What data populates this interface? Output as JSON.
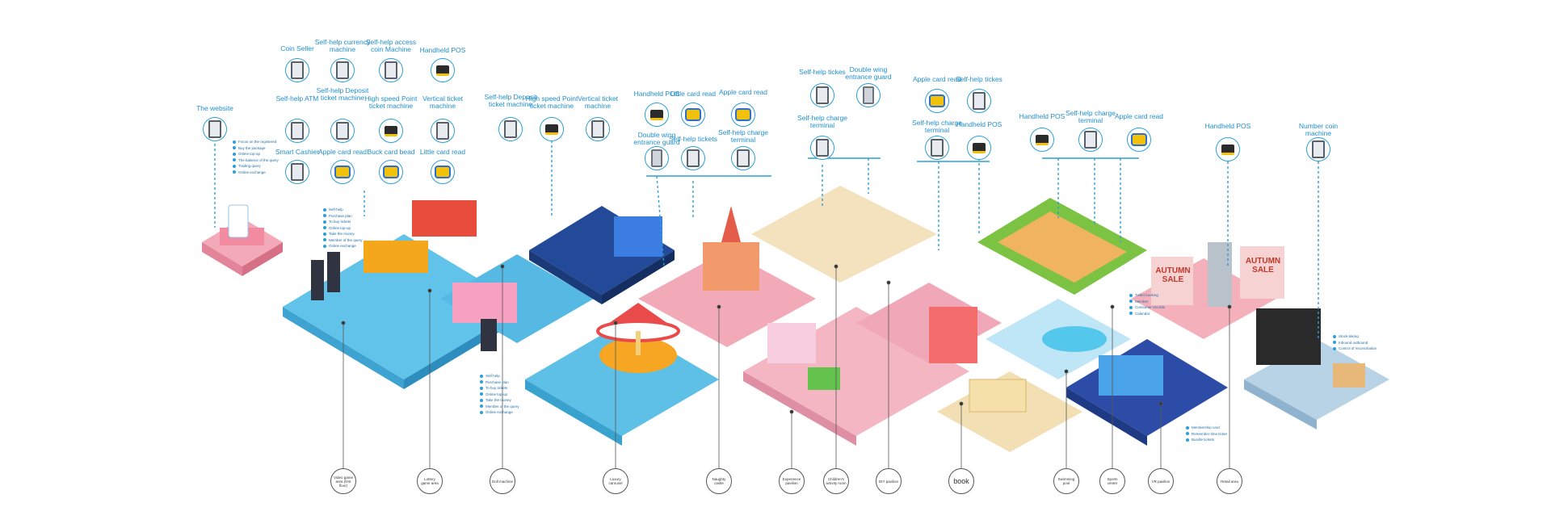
{
  "devices": [
    {
      "id": "coin-seller",
      "label": "Coin Seller",
      "icon": "kiosk"
    },
    {
      "id": "self-help-currency",
      "label": "Self-help currency machine",
      "icon": "kiosk"
    },
    {
      "id": "self-help-access-coin",
      "label": "Self-help access coin Machine",
      "icon": "kiosk"
    },
    {
      "id": "handheld-pos-1",
      "label": "Handheld POS",
      "icon": "pos"
    },
    {
      "id": "self-help-atm",
      "label": "Self-help ATM",
      "icon": "kiosk"
    },
    {
      "id": "self-help-deposit-1",
      "label": "Self-help Deposit ticket machine",
      "icon": "kiosk"
    },
    {
      "id": "high-speed-point-1",
      "label": "High speed Point ticket machine",
      "icon": "pos"
    },
    {
      "id": "vertical-ticket-1",
      "label": "Vertical ticket machine",
      "icon": "kiosk"
    },
    {
      "id": "smart-cashier",
      "label": "Smart Cashier",
      "icon": "kiosk"
    },
    {
      "id": "apple-card-read-1",
      "label": "Apple card read",
      "icon": "reader"
    },
    {
      "id": "buck-card-bead",
      "label": "Buck card bead",
      "icon": "reader"
    },
    {
      "id": "little-card-read-1",
      "label": "Little card read",
      "icon": "reader"
    },
    {
      "id": "the-website",
      "label": "The website",
      "icon": "kiosk"
    },
    {
      "id": "self-help-deposit-2",
      "label": "Self-help Deposit ticket machine",
      "icon": "kiosk"
    },
    {
      "id": "high-speed-point-2",
      "label": "High speed Point ticket machine",
      "icon": "pos"
    },
    {
      "id": "vertical-ticket-2",
      "label": "Vertical ticket machine",
      "icon": "kiosk"
    },
    {
      "id": "handheld-pos-2",
      "label": "Handheld POS",
      "icon": "pos"
    },
    {
      "id": "little-card-read-2",
      "label": "Little card read",
      "icon": "reader"
    },
    {
      "id": "apple-card-read-2",
      "label": "Apple card read",
      "icon": "reader"
    },
    {
      "id": "double-wing-1",
      "label": "Double wing entrance guard",
      "icon": "gate"
    },
    {
      "id": "self-help-tickets-1",
      "label": "Self-help tickets",
      "icon": "kiosk"
    },
    {
      "id": "self-help-charge-1",
      "label": "Self-help charge terminal",
      "icon": "kiosk"
    },
    {
      "id": "self-help-tickes",
      "label": "Self-help tickes",
      "icon": "kiosk"
    },
    {
      "id": "double-wing-2",
      "label": "Double wing entrance guard",
      "icon": "gate"
    },
    {
      "id": "self-help-charge-2",
      "label": "Self-help charge terminal",
      "icon": "kiosk"
    },
    {
      "id": "apple-card-read-3",
      "label": "Apple card read",
      "icon": "reader"
    },
    {
      "id": "self-help-tickes-2",
      "label": "Self-help tickes",
      "icon": "kiosk"
    },
    {
      "id": "self-help-charge-3",
      "label": "Self-help charge terminal",
      "icon": "kiosk"
    },
    {
      "id": "handheld-pos-3",
      "label": "Handheld POS",
      "icon": "pos"
    },
    {
      "id": "handheld-pos-4",
      "label": "Handheld POS",
      "icon": "pos"
    },
    {
      "id": "self-help-charge-4",
      "label": "Self-help charge terminal",
      "icon": "kiosk"
    },
    {
      "id": "apple-card-read-4",
      "label": "Apple card read",
      "icon": "reader"
    },
    {
      "id": "handheld-pos-5",
      "label": "Handheld POS",
      "icon": "pos"
    },
    {
      "id": "number-coin-machine",
      "label": "Number coin machine",
      "icon": "kiosk"
    }
  ],
  "website_features": [
    "Focus on the registered",
    "Buy the package",
    "Online top-up",
    "The balance of the query",
    "Trading query",
    "Online exchange"
  ],
  "member_features": [
    "Self-help",
    "Purchase plan",
    "To buy tickets",
    "Online top-up",
    "Take the money",
    "Member of the query",
    "Online exchange"
  ],
  "booth_features": [
    "Self-help",
    "Purchase plan",
    "To buy tickets",
    "Online top-up",
    "Take the money",
    "Member of the query",
    "Online exchange"
  ],
  "ball_features": [
    "Ticket booking",
    "Member",
    "Consumer records",
    "Calendar"
  ],
  "shop_features": [
    "Stock-taking",
    "Inbound outbound",
    "Control of reconciliation"
  ],
  "vr_features": [
    "Membership card",
    "Remember time ticket",
    "Bundle tickets"
  ],
  "sale_banners": [
    "AUTUMN SALE",
    "AUTUMN SALE"
  ],
  "zones": [
    {
      "id": "video-game",
      "label": "Video game area (first floor)"
    },
    {
      "id": "lottery-game",
      "label": "Lottery game area"
    },
    {
      "id": "doll-machine",
      "label": "Doll machine"
    },
    {
      "id": "luxury-carousel",
      "label": "Luxury carousel"
    },
    {
      "id": "naughty-castle",
      "label": "Naughty castle"
    },
    {
      "id": "experience-pavilion",
      "label": "Experience pavilion"
    },
    {
      "id": "childrens-activity",
      "label": "Children's activity room"
    },
    {
      "id": "diy-pavilion",
      "label": "DIY pavilion"
    },
    {
      "id": "book",
      "label": "book"
    },
    {
      "id": "swimming-pool",
      "label": "Swimming pool"
    },
    {
      "id": "sports-center",
      "label": "Sports center"
    },
    {
      "id": "vr-pavilion",
      "label": "VR pavilion"
    },
    {
      "id": "retail-area",
      "label": "Retail area"
    }
  ],
  "colors": {
    "accent": "#2a9fd8",
    "line": "#2a9fd8",
    "pinkFloor": "#f3b3bd",
    "blueFloor": "#5cc0e8",
    "navyFloor": "#2f4f9e",
    "greenFloor": "#7cc243",
    "sandFloor": "#f0dfb8"
  }
}
